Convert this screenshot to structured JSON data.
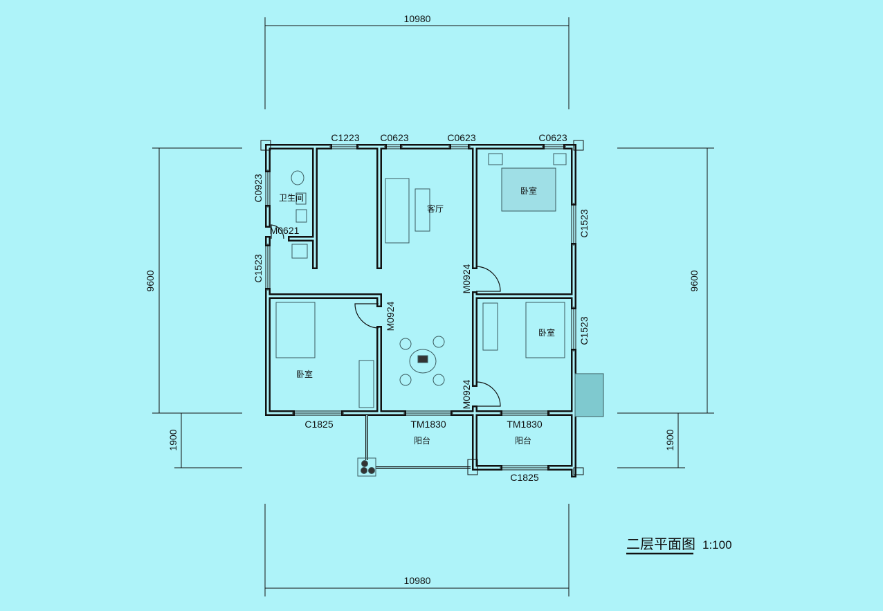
{
  "drawing": {
    "title": "二层平面图",
    "scale": "1:100",
    "colors": {
      "background": "#aef3f9",
      "wall": "#111111",
      "furniture": "#3a5a5e"
    }
  },
  "dimensions": {
    "top_width": "10980",
    "bottom_width": "10980",
    "left_depth": "9600",
    "right_depth": "9600",
    "left_balcony": "1900",
    "right_balcony": "1900"
  },
  "openings": {
    "c1223": "C1223",
    "c0623_a": "C0623",
    "c0623_b": "C0623",
    "c0623_c": "C0623",
    "c0923": "C0923",
    "m0621": "M0621",
    "c1523_left": "C1523",
    "c1523_right_top": "C1523",
    "c1523_right_bottom": "C1523",
    "m0924_top": "M0924",
    "m0924_left": "M0924",
    "m0924_bottom": "M0924",
    "c1825_left": "C1825",
    "c1825_right": "C1825",
    "tm1830_left": "TM1830",
    "tm1830_right": "TM1830"
  },
  "rooms": {
    "bathroom": "卫生间",
    "living_room": "客厅",
    "bedroom_ne": "卧室",
    "bedroom_sw": "卧室",
    "bedroom_se": "卧室",
    "balcony_left": "阳台",
    "balcony_right": "阳台"
  }
}
